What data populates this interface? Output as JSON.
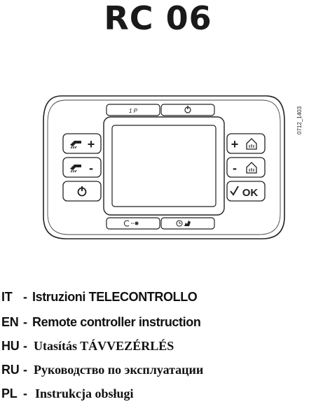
{
  "title": "RC 06",
  "doc_code": "0712_1403",
  "device": {
    "top_button_left_label": "1 P",
    "left_button_labels": [
      "+",
      "-"
    ],
    "right_button_labels": [
      "+",
      "-"
    ],
    "ok_label": "OK",
    "icons": {
      "top_right": "power-icon",
      "left_top": "dhw-tap-icon",
      "left_middle": "dhw-tap-icon",
      "left_bottom": "power-icon",
      "right_top": "home-heating-icon",
      "right_middle": "home-heating-icon",
      "right_bottom": "check-icon",
      "bottom_left": "mode-icon",
      "bottom_right": "timer-hand-icon"
    }
  },
  "languages": [
    {
      "code": "IT",
      "dash": "-",
      "text": "Istruzioni TELECONTROLLO"
    },
    {
      "code": "EN",
      "dash": "-",
      "text": "Remote controller instruction"
    },
    {
      "code": "HU",
      "dash": "-",
      "text": "Utasítás TÁVVEZÉRLÉS"
    },
    {
      "code": "RU",
      "dash": "-",
      "text": "Руководство по эксплуатации"
    },
    {
      "code": "PL",
      "dash": "-",
      "text": "Instrukcja obsługi"
    }
  ]
}
